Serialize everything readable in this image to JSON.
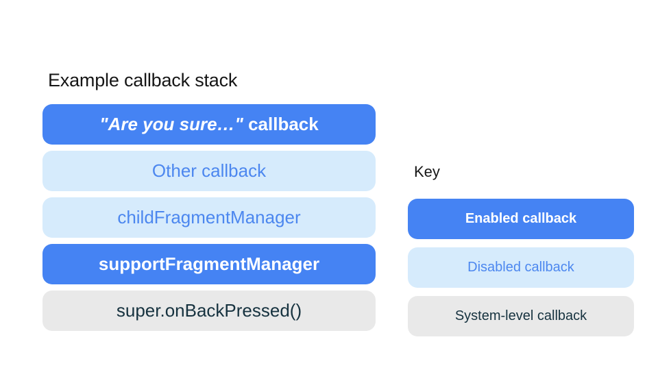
{
  "colors": {
    "enabled_bg": "#4583F3",
    "enabled_text": "#FFFFFF",
    "disabled_bg": "#D6EBFC",
    "disabled_text": "#4C87EF",
    "system_bg": "#E9E9E9",
    "system_text": "#16323F",
    "title_text": "#161616",
    "background": "#FFFFFF"
  },
  "stack": {
    "title": "Example callback stack",
    "items": [
      {
        "label_quoted": "\"Are you sure…\"",
        "label_rest": " callback",
        "type": "enabled"
      },
      {
        "label": "Other callback",
        "type": "disabled"
      },
      {
        "label": "childFragmentManager",
        "type": "disabled"
      },
      {
        "label": "supportFragmentManager",
        "type": "enabled"
      },
      {
        "label": "super.onBackPressed()",
        "type": "system"
      }
    ]
  },
  "key": {
    "title": "Key",
    "items": [
      {
        "label": "Enabled callback",
        "type": "enabled"
      },
      {
        "label": "Disabled callback",
        "type": "disabled"
      },
      {
        "label": "System-level callback",
        "type": "system"
      }
    ]
  }
}
